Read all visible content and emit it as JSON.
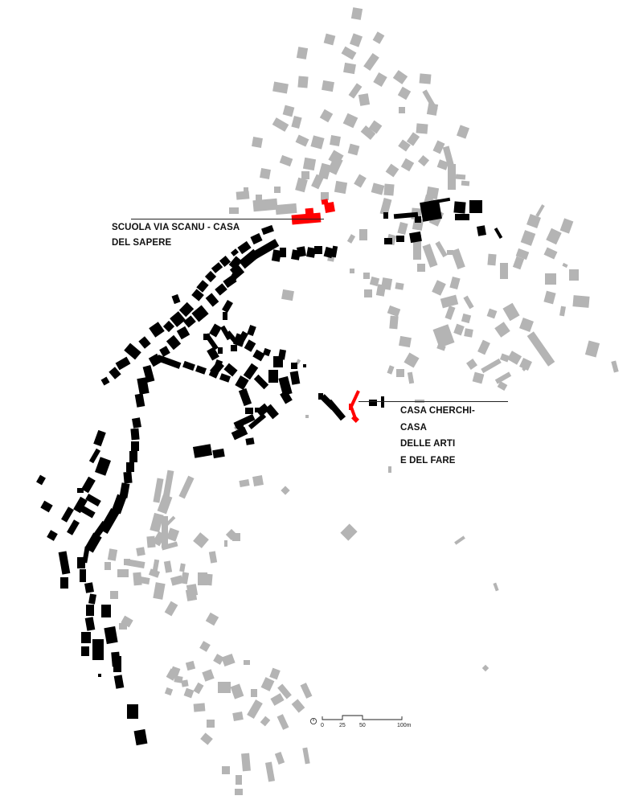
{
  "map": {
    "type": "figure-ground site plan",
    "colors": {
      "background": "#ffffff",
      "context_buildings": "#b4b4b4",
      "historic_fabric": "#000000",
      "project_sites": "#ff0000",
      "text": "#111111"
    },
    "labels": [
      {
        "id": "scuola",
        "lines": [
          "SCUOLA VIA SCANU - CASA",
          "DEL SAPERE"
        ]
      },
      {
        "id": "cherchi",
        "lines": [
          "CASA CHERCHI-",
          "CASA",
          "DELLE ARTI",
          "E DEL FARE"
        ]
      }
    ],
    "scale_bar": {
      "ticks": [
        "0",
        "25",
        "50",
        "100m"
      ],
      "unit": "m"
    },
    "north_icon": "north-arrow-icon"
  }
}
